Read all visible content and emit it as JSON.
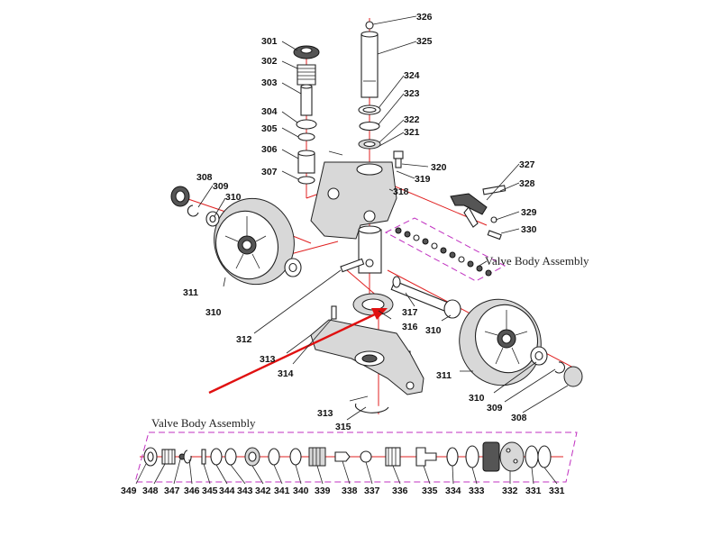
{
  "diagram": {
    "section_labels": {
      "valve_body_upper": "Valve Body Assembly",
      "valve_body_lower": "Valve Body Assembly"
    },
    "part_numbers": {
      "p326": "326",
      "p325": "325",
      "p301": "301",
      "p302": "302",
      "p303": "303",
      "p304": "304",
      "p305": "305",
      "p306": "306",
      "p307": "307",
      "p324": "324",
      "p323": "323",
      "p322": "322",
      "p321": "321",
      "p320": "320",
      "p319": "319",
      "p318": "318",
      "p308a": "308",
      "p309a": "309",
      "p310a": "310",
      "p311a": "311",
      "p310b": "310",
      "p327": "327",
      "p328": "328",
      "p329": "329",
      "p330": "330",
      "p317": "317",
      "p316": "316",
      "p310c": "310",
      "p312": "312",
      "p313a": "313",
      "p314": "314",
      "p311b": "311",
      "p310d": "310",
      "p309b": "309",
      "p308b": "308",
      "p313b": "313",
      "p315": "315"
    },
    "valve_row": [
      "349",
      "348",
      "347",
      "346",
      "345",
      "344",
      "343",
      "342",
      "341",
      "340",
      "339",
      "338",
      "337",
      "336",
      "335",
      "334",
      "333",
      "332",
      "331",
      "331"
    ],
    "colors": {
      "axis_line": "#e02020",
      "assembly_outline": "#c030c0",
      "pointer_arrow": "#e01010",
      "ink": "#222222"
    }
  }
}
